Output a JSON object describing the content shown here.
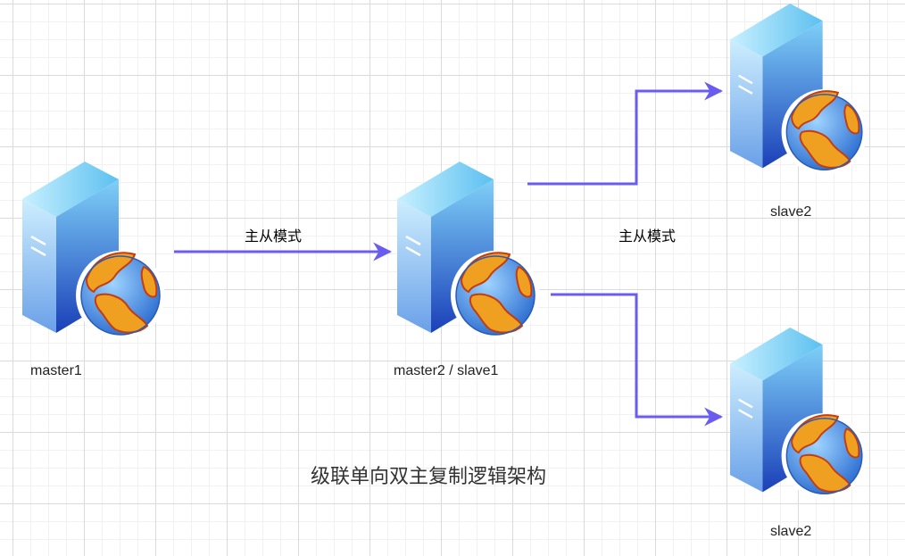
{
  "diagram": {
    "title": "级联单向双主复制逻辑架构",
    "nodes": [
      {
        "id": "master1",
        "label": "master1",
        "icon": "web-server-icon"
      },
      {
        "id": "master2",
        "label": "master2 / slave1",
        "icon": "web-server-icon"
      },
      {
        "id": "slave2-top",
        "label": "slave2",
        "icon": "web-server-icon"
      },
      {
        "id": "slave2-bottom",
        "label": "slave2",
        "icon": "web-server-icon"
      }
    ],
    "edges": [
      {
        "from": "master1",
        "to": "master2",
        "label": "主从模式"
      },
      {
        "from": "master2",
        "to": "slave2-top",
        "label": "主从模式"
      },
      {
        "from": "master2",
        "to": "slave2-bottom",
        "label": ""
      }
    ],
    "colors": {
      "arrow": "#6b5cf0",
      "server_light": "#7fd0f8",
      "server_dark": "#1a3fb8",
      "globe_land": "#f0a020",
      "globe_ocean": "#4a90e0"
    }
  }
}
